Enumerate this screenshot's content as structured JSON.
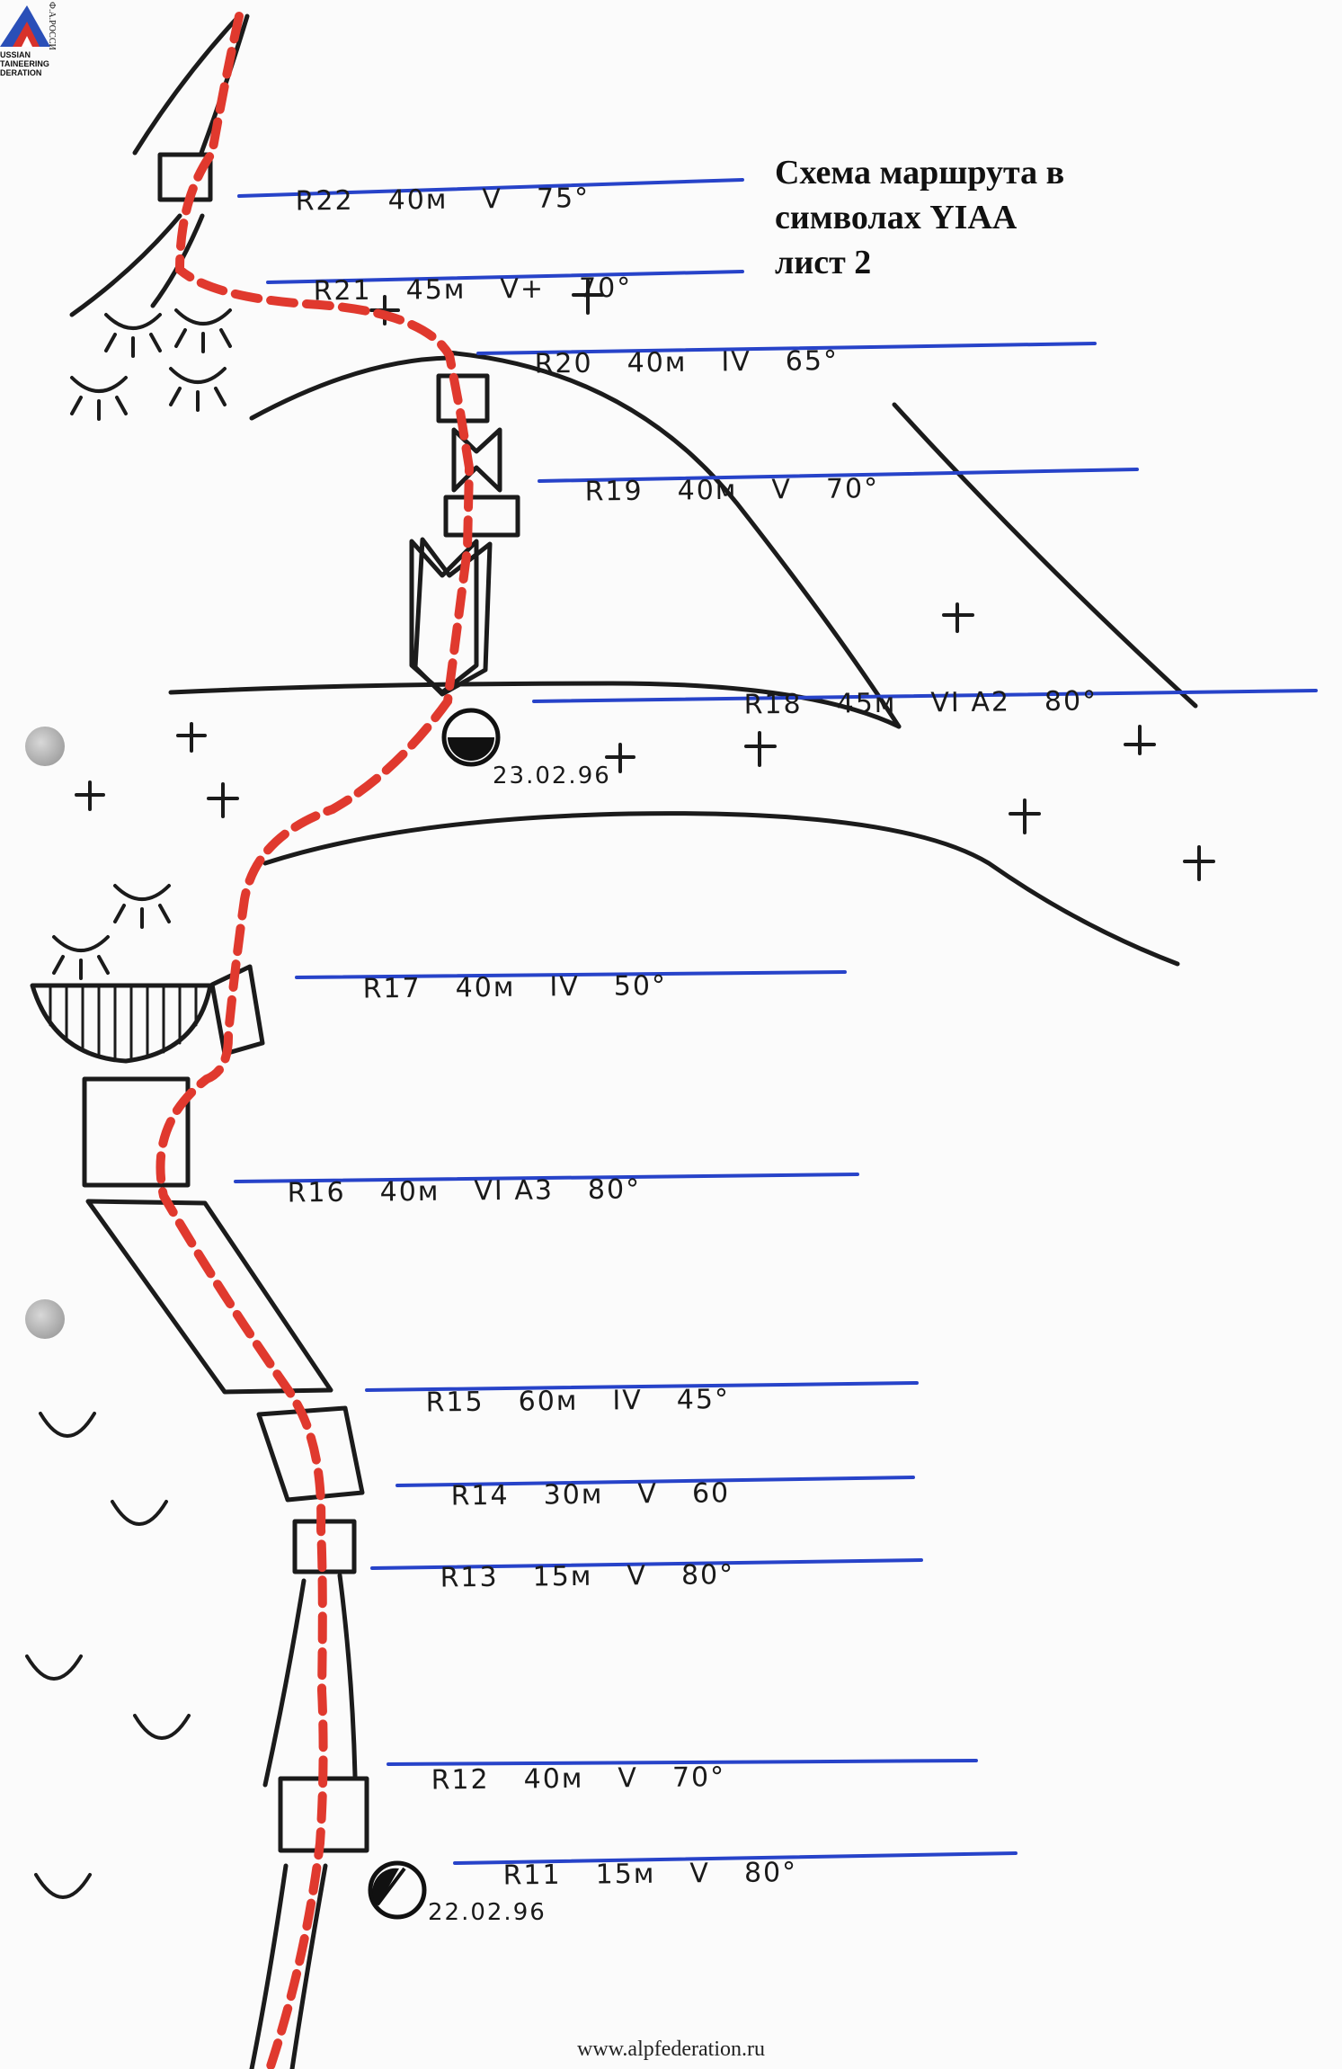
{
  "title_lines": [
    "Схема маршрута в",
    "символах YIAA",
    "лист 2"
  ],
  "logo_lines": [
    "USSIAN",
    "TAINEERING",
    "DERATION"
  ],
  "logo_vertical": "Ф.А.РОССИ",
  "pitches": [
    {
      "id": "R22",
      "length": "40м",
      "grade": "V",
      "angle": "75°"
    },
    {
      "id": "R21",
      "length": "45м",
      "grade": "V+",
      "angle": "70°"
    },
    {
      "id": "R20",
      "length": "40м",
      "grade": "IV",
      "angle": "65°"
    },
    {
      "id": "R19",
      "length": "40м",
      "grade": "V",
      "angle": "70°"
    },
    {
      "id": "R18",
      "length": "45м",
      "grade": "VI A2",
      "angle": "80°"
    },
    {
      "id": "R17",
      "length": "40м",
      "grade": "IV",
      "angle": "50°"
    },
    {
      "id": "R16",
      "length": "40м",
      "grade": "VI A3",
      "angle": "80°"
    },
    {
      "id": "R15",
      "length": "60м",
      "grade": "IV",
      "angle": "45°"
    },
    {
      "id": "R14",
      "length": "30м",
      "grade": "V",
      "angle": "60"
    },
    {
      "id": "R13",
      "length": "15м",
      "grade": "V",
      "angle": "80°"
    },
    {
      "id": "R12",
      "length": "40м",
      "grade": "V",
      "angle": "70°"
    },
    {
      "id": "R11",
      "length": "15м",
      "grade": "V",
      "angle": "80°"
    }
  ],
  "bivouacs": [
    {
      "date": "23.02.96"
    },
    {
      "date": "22.02.96"
    }
  ],
  "footer": "www.alpfederation.ru",
  "colors": {
    "route": "#e0392e",
    "pitch_line": "#2743c9",
    "ink": "#111111"
  }
}
